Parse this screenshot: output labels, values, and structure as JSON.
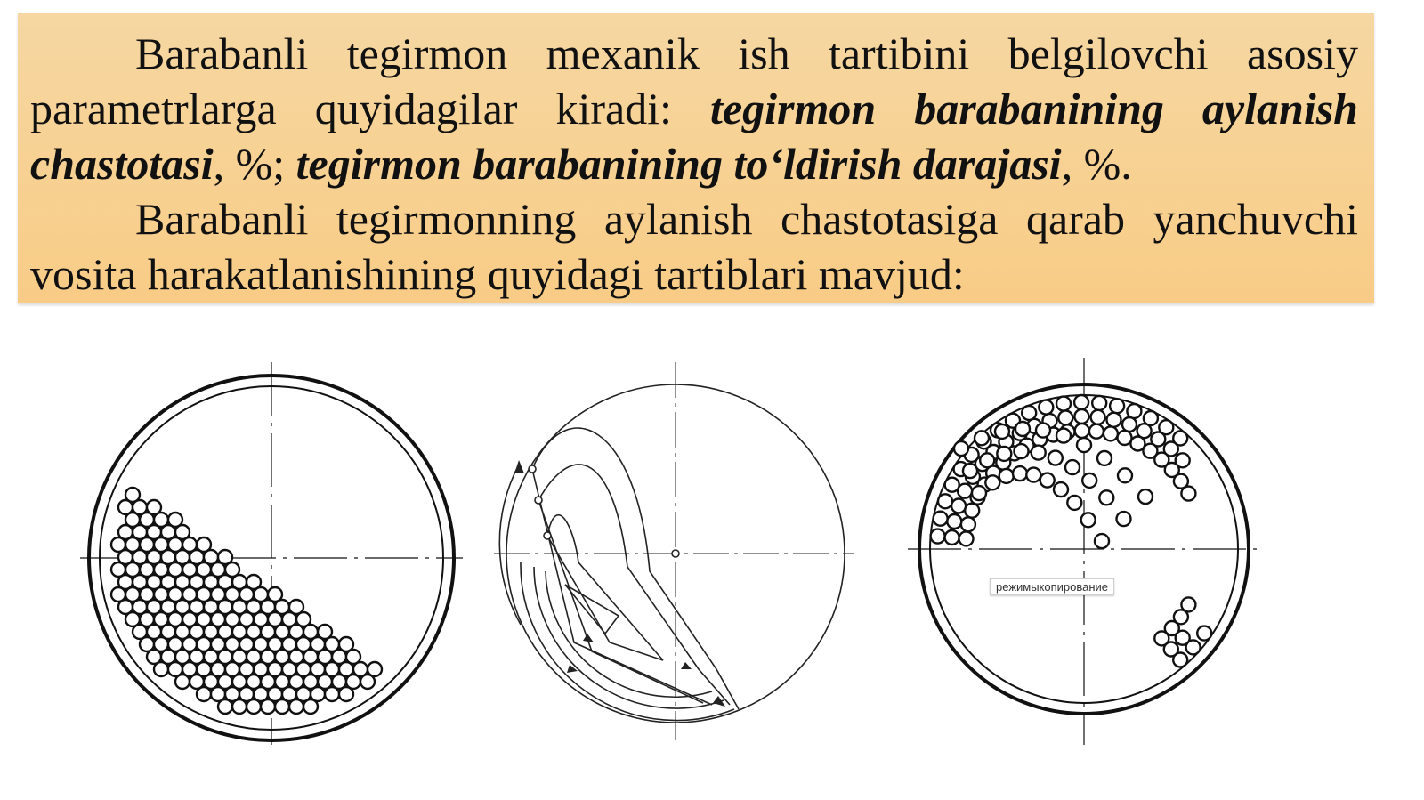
{
  "text": {
    "para1_start": "Barabanli tegirmon mexanik ish tartibini belgilovchi asosiy parametrlarga quyidagilar kiradi: ",
    "para1_term1": "tegirmon barabanining aylanish chastotasi",
    "para1_sep": ", %; ",
    "para1_term2": "tegirmon barabanining to‘ldirish darajasi",
    "para1_end": ", %.",
    "para2": "Barabanli tegirmonning aylanish chastotasiga qarab yanchuvchi vosita harakatlanishining quyidagi tartiblari mavjud:"
  },
  "tooltip": "режимыкопирование",
  "colors": {
    "box_bg": "#f8cc86",
    "ink": "#111111"
  }
}
